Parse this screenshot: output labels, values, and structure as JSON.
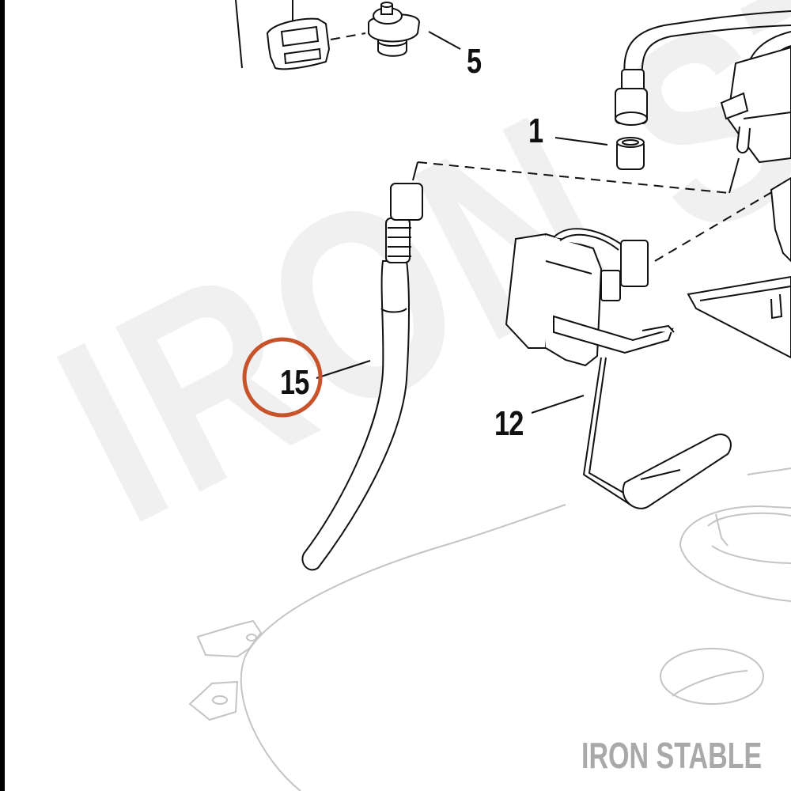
{
  "diagram": {
    "watermark_text": "IRON STABLE",
    "brand_text": "IRON STABLE",
    "highlight_color": "#c8532a",
    "parts": [
      {
        "label": "1"
      },
      {
        "label": "5"
      },
      {
        "label": "12"
      },
      {
        "label": "15",
        "highlighted": true
      }
    ]
  }
}
